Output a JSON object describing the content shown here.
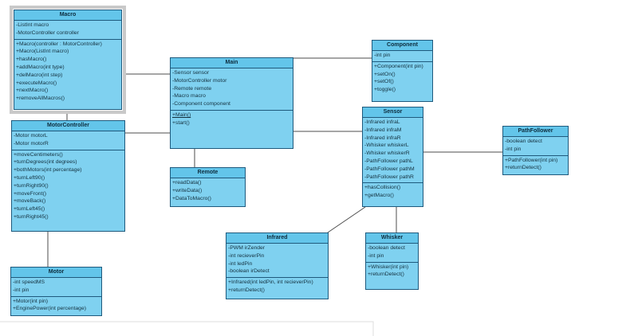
{
  "colors": {
    "class_fill": "#7fd1f0",
    "class_header_fill": "#63c5ea",
    "class_border": "#1f5a7d",
    "connector": "#4d4d4d",
    "selection_frame": "#c9c9c9",
    "page_edge": "#d9d9d9"
  },
  "diagram": {
    "classes": {
      "macro": {
        "name": "Macro",
        "attributes": [
          "-ListInt macro",
          "-MotorController controller"
        ],
        "methods": [
          "+Macro(controller : MotorController)",
          "+Macro(ListInt macro)",
          "+hasMacro()",
          "+addMacro(int type)",
          "+delMacro(int step)",
          "+executeMacro()",
          "+nextMacro()",
          "+removeAllMacros()"
        ]
      },
      "motorcontroller": {
        "name": "MotorController",
        "attributes": [
          "-Motor motorL",
          "-Motor motorR"
        ],
        "methods": [
          "+moveCentimeters()",
          "+turnDegrees(int degrees)",
          "+bothMotors(int percentage)",
          "+turnLeft90()",
          "+turnRight90()",
          "+moveFront()",
          "+moveBack()",
          "+turnLeft45()",
          "+turnRight45()"
        ]
      },
      "motor": {
        "name": "Motor",
        "attributes": [
          "-int speedMS",
          "-int pin"
        ],
        "methods": [
          "+Motor(int pin)",
          "+EnginePower(int percentage)"
        ]
      },
      "main": {
        "name": "Main",
        "attributes": [
          "-Sensor sensor",
          "-MotorController motor",
          "-Remote remote",
          "-Macro macro",
          "-Component component"
        ],
        "methods": [
          {
            "text": "+Main()",
            "underline": true
          },
          "+start()"
        ]
      },
      "remote": {
        "name": "Remote",
        "attributes": [],
        "methods": [
          "+readData()",
          "+writeData()",
          "+DataToMacro()"
        ]
      },
      "component": {
        "name": "Component",
        "attributes": [
          "-int pin"
        ],
        "methods": [
          "+Component(int pin)",
          "+setOn()",
          "+setOf()",
          "+toggle()"
        ]
      },
      "sensor": {
        "name": "Sensor",
        "attributes": [
          "-Infrared infraL",
          "-Infrared infraM",
          "-Infrared infraR",
          "-Whisker whiskerL",
          "-Whisker whiskerR",
          "-PathFollower pathL",
          "-PathFollower pathM",
          "-PathFollower pathR"
        ],
        "methods": [
          "+hasCollision()",
          "+getMacro()"
        ]
      },
      "pathfollower": {
        "name": "PathFollower",
        "attributes": [
          "-boolean detect",
          "-int pin"
        ],
        "methods": [
          "+PathFollower(int pin)",
          "+returnDetect()"
        ]
      },
      "infrared": {
        "name": "Infrared",
        "attributes": [
          "-PWM irZender",
          "-int recieverPin",
          "-int ledPin",
          "-boolean irDetect"
        ],
        "methods": [
          "+Infrared(int ledPin, int recieverPin)",
          "+returnDetect()"
        ]
      },
      "whisker": {
        "name": "Whisker",
        "attributes": [
          "-boolean detect",
          "-int pin"
        ],
        "methods": [
          "+Whisker(int pin)",
          "+returnDetect()"
        ]
      }
    },
    "connectors": [
      {
        "from": "Macro",
        "to": "Main"
      },
      {
        "from": "Macro",
        "to": "MotorController"
      },
      {
        "from": "MotorController",
        "to": "Main"
      },
      {
        "from": "MotorController",
        "to": "Motor"
      },
      {
        "from": "Main",
        "to": "Remote"
      },
      {
        "from": "Main",
        "to": "Component"
      },
      {
        "from": "Main",
        "to": "Sensor"
      },
      {
        "from": "Sensor",
        "to": "PathFollower"
      },
      {
        "from": "Sensor",
        "to": "Infrared"
      },
      {
        "from": "Sensor",
        "to": "Whisker"
      }
    ],
    "selected_class": "Macro"
  }
}
